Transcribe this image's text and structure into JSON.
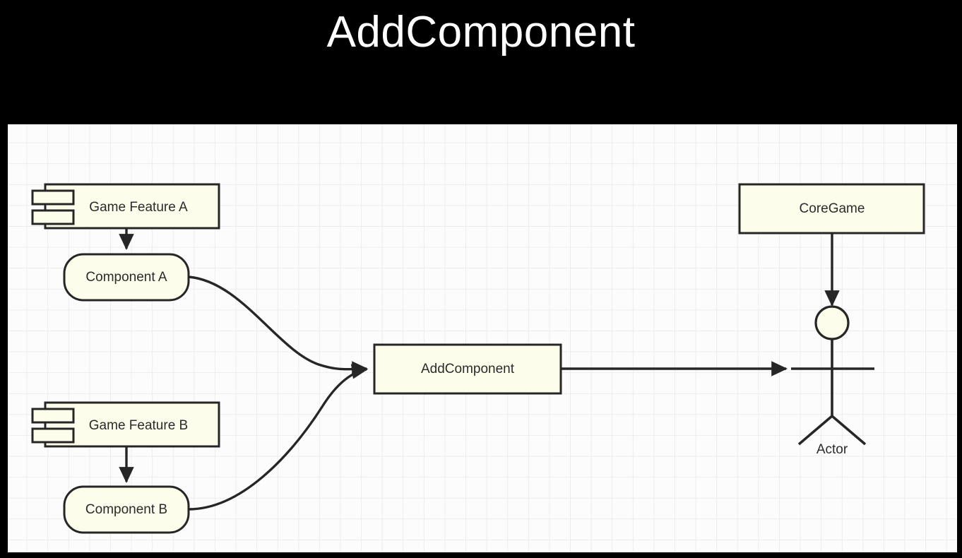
{
  "title": "AddComponent",
  "canvas": {
    "background_color": "#fcfcfc",
    "grid_color": "#ececec",
    "node_fill": "#fdfdec",
    "stroke_color": "#262626",
    "title_color": "#ffffff",
    "banner_color": "#000000"
  },
  "nodes": {
    "game_feature_a": {
      "label": "Game Feature A",
      "type": "uml-component"
    },
    "component_a": {
      "label": "Component A",
      "type": "rounded-rect"
    },
    "game_feature_b": {
      "label": "Game Feature B",
      "type": "uml-component"
    },
    "component_b": {
      "label": "Component B",
      "type": "rounded-rect"
    },
    "add_component": {
      "label": "AddComponent",
      "type": "rect"
    },
    "core_game": {
      "label": "CoreGame",
      "type": "rect"
    },
    "actor": {
      "label": "Actor",
      "type": "uml-actor"
    }
  },
  "edges": [
    {
      "name": "game-feature-a-to-component-a",
      "from": "Game Feature A",
      "to": "Component A",
      "style": "straight-arrow"
    },
    {
      "name": "game-feature-b-to-component-b",
      "from": "Game Feature B",
      "to": "Component B",
      "style": "straight-arrow"
    },
    {
      "name": "component-a-to-add-component",
      "from": "Component A",
      "to": "AddComponent",
      "style": "curved-arrow"
    },
    {
      "name": "component-b-to-add-component",
      "from": "Component B",
      "to": "AddComponent",
      "style": "curved-arrow"
    },
    {
      "name": "add-component-to-actor",
      "from": "AddComponent",
      "to": "Actor",
      "style": "straight-arrow"
    },
    {
      "name": "core-game-to-actor",
      "from": "CoreGame",
      "to": "Actor",
      "style": "straight-arrow"
    }
  ]
}
